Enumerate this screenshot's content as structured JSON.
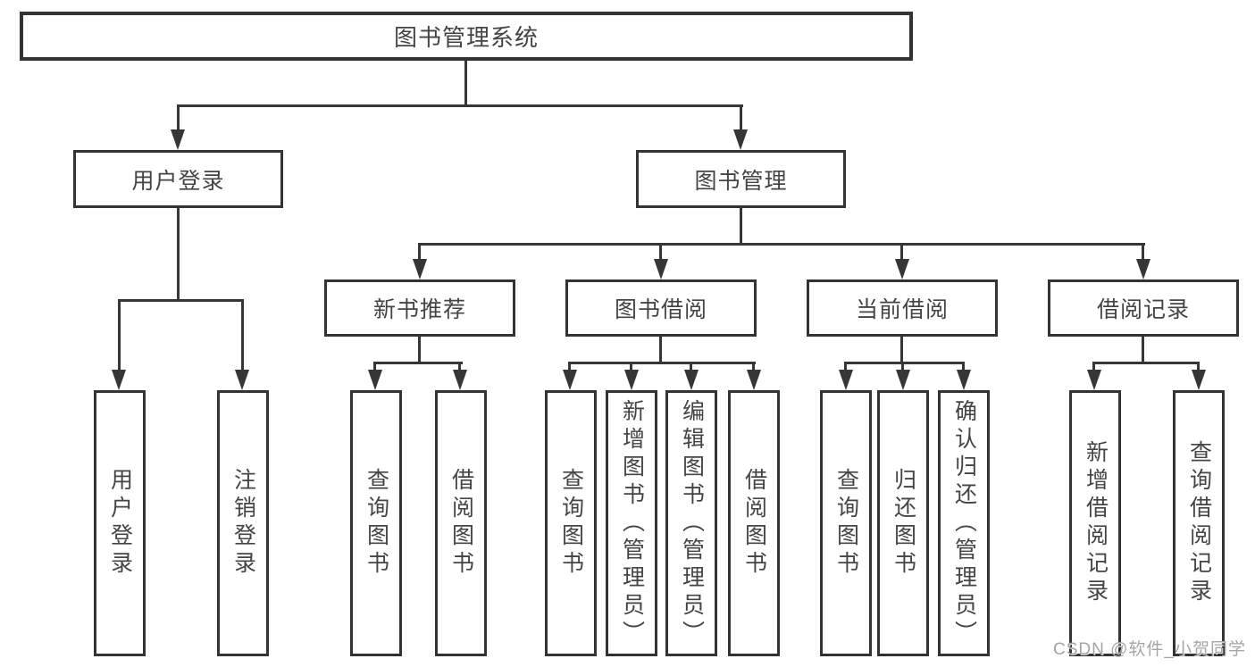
{
  "diagram": {
    "root": {
      "label": "图书管理系统"
    },
    "level2": [
      {
        "label": "用户登录"
      },
      {
        "label": "图书管理"
      }
    ],
    "level3": [
      {
        "label": "新书推荐"
      },
      {
        "label": "图书借阅"
      },
      {
        "label": "当前借阅"
      },
      {
        "label": "借阅记录"
      }
    ],
    "leaves": [
      {
        "label": "用户登录"
      },
      {
        "label": "注销登录"
      },
      {
        "label": "查询图书"
      },
      {
        "label": "借阅图书"
      },
      {
        "label": "查询图书"
      },
      {
        "label": "新增图书（管理员）"
      },
      {
        "label": "编辑图书（管理员）"
      },
      {
        "label": "借阅图书"
      },
      {
        "label": "查询图书"
      },
      {
        "label": "归还图书"
      },
      {
        "label": "确认归还（管理员）"
      },
      {
        "label": "新增借阅记录"
      },
      {
        "label": "查询借阅记录"
      }
    ]
  },
  "watermark": {
    "text": "CSDN @软件_小贺同学"
  },
  "colors": {
    "line": "#363636",
    "border": "#333333",
    "text": "#444444",
    "watermark": "#a5a5a5",
    "background": "#ffffff"
  }
}
